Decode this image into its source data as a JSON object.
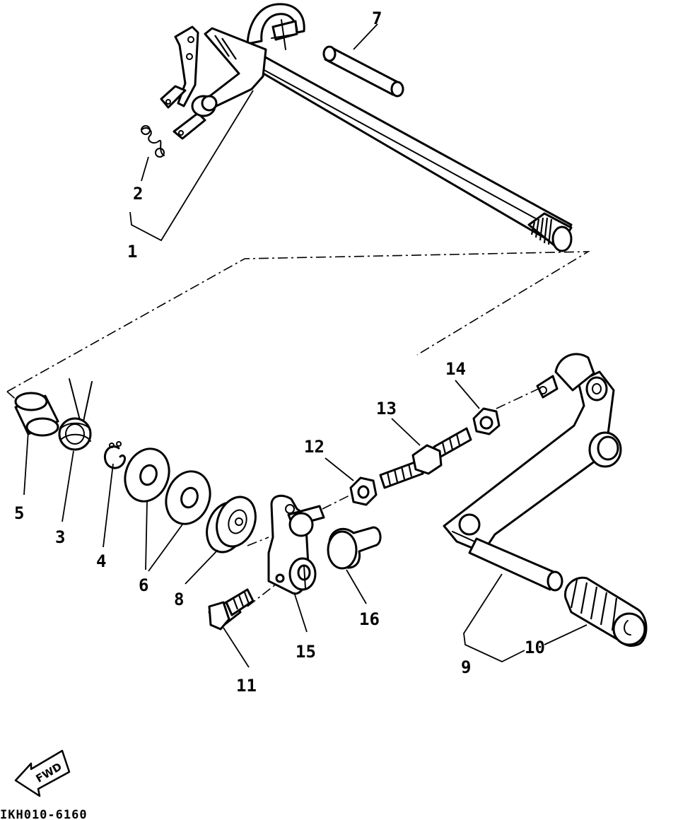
{
  "callouts": [
    "1",
    "2",
    "3",
    "4",
    "5",
    "6",
    "7",
    "8",
    "9",
    "10",
    "11",
    "12",
    "13",
    "14",
    "15",
    "16"
  ],
  "fwd_label": "FWD",
  "drawing_code": "IKH010-6160"
}
